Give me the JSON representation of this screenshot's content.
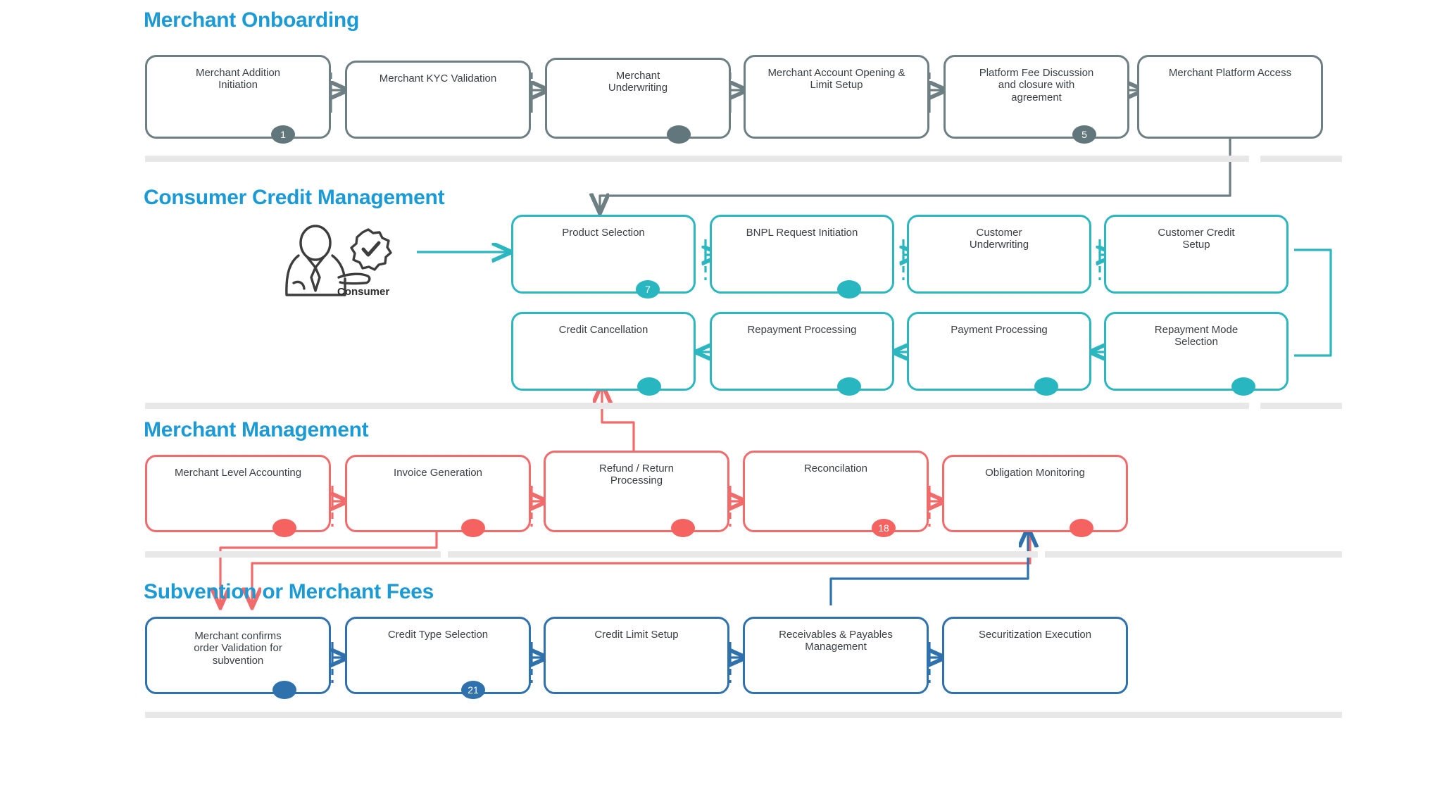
{
  "document": {
    "title": "Merchant Onboarding",
    "accent_color": "#1b9ad6"
  },
  "sections": [
    {
      "id": "merchant-onboarding",
      "title": "Merchant Onboarding",
      "color": "#6e7f83",
      "badge_color": "#62777c",
      "steps": [
        {
          "label": "Merchant      Addition\nInitiation",
          "badge": "1"
        },
        {
          "label": "Merchant KYC  Validation",
          "badge": ""
        },
        {
          "label": "Merchant\nUnderwriting",
          "badge": ""
        },
        {
          "label": "Merchant  Account Opening  &\nLimit Setup",
          "badge": ""
        },
        {
          "label": "Platform Fee  Discussion\nand closure with\nagreement",
          "badge": "5"
        },
        {
          "label": "Merchant  Platform Access",
          "badge": ""
        }
      ]
    },
    {
      "id": "consumer-credit-management",
      "title": "Consumer Credit Management",
      "color": "#2bb7bf",
      "badge_color": "#28b6c0",
      "actor": {
        "label": "Consumer",
        "icon": "consumer-person-check-icon"
      },
      "steps_row1": [
        {
          "label": "Product Selection",
          "badge": "7"
        },
        {
          "label": "BNPL Request  Initiation",
          "badge": ""
        },
        {
          "label": "Customer\nUnderwriting",
          "badge": ""
        },
        {
          "label": "Customer  Credit\nSetup",
          "badge": ""
        }
      ],
      "steps_row2": [
        {
          "label": "Credit Cancellation",
          "badge": ""
        },
        {
          "label": "Repayment  Processing",
          "badge": ""
        },
        {
          "label": "Payment  Processing",
          "badge": ""
        },
        {
          "label": "Repayment  Mode\nSelection",
          "badge": ""
        }
      ]
    },
    {
      "id": "merchant-management",
      "title": "Merchant Management",
      "color": "#f26b6b",
      "badge_color": "#f4635f",
      "steps": [
        {
          "label": "Merchant Level  Accounting",
          "badge": ""
        },
        {
          "label": "Invoice  Generation",
          "badge": ""
        },
        {
          "label": "Refund / Return\nProcessing",
          "badge": ""
        },
        {
          "label": "Reconcilation",
          "badge": "18"
        },
        {
          "label": "Obligation Monitoring",
          "badge": ""
        }
      ]
    },
    {
      "id": "subvention-or-merchant-fees",
      "title": "Subvention or Merchant Fees",
      "color": "#2f71ad",
      "badge_color": "#2f71ad",
      "steps": [
        {
          "label": "Merchant     confirms\norder    Validation  for\nsubvention",
          "badge": ""
        },
        {
          "label": "Credit Type  Selection",
          "badge": "21"
        },
        {
          "label": "Credit Limit  Setup",
          "badge": ""
        },
        {
          "label": "Receivables &  Payables\nManagement",
          "badge": ""
        },
        {
          "label": "Securitization  Execution",
          "badge": ""
        }
      ]
    }
  ]
}
